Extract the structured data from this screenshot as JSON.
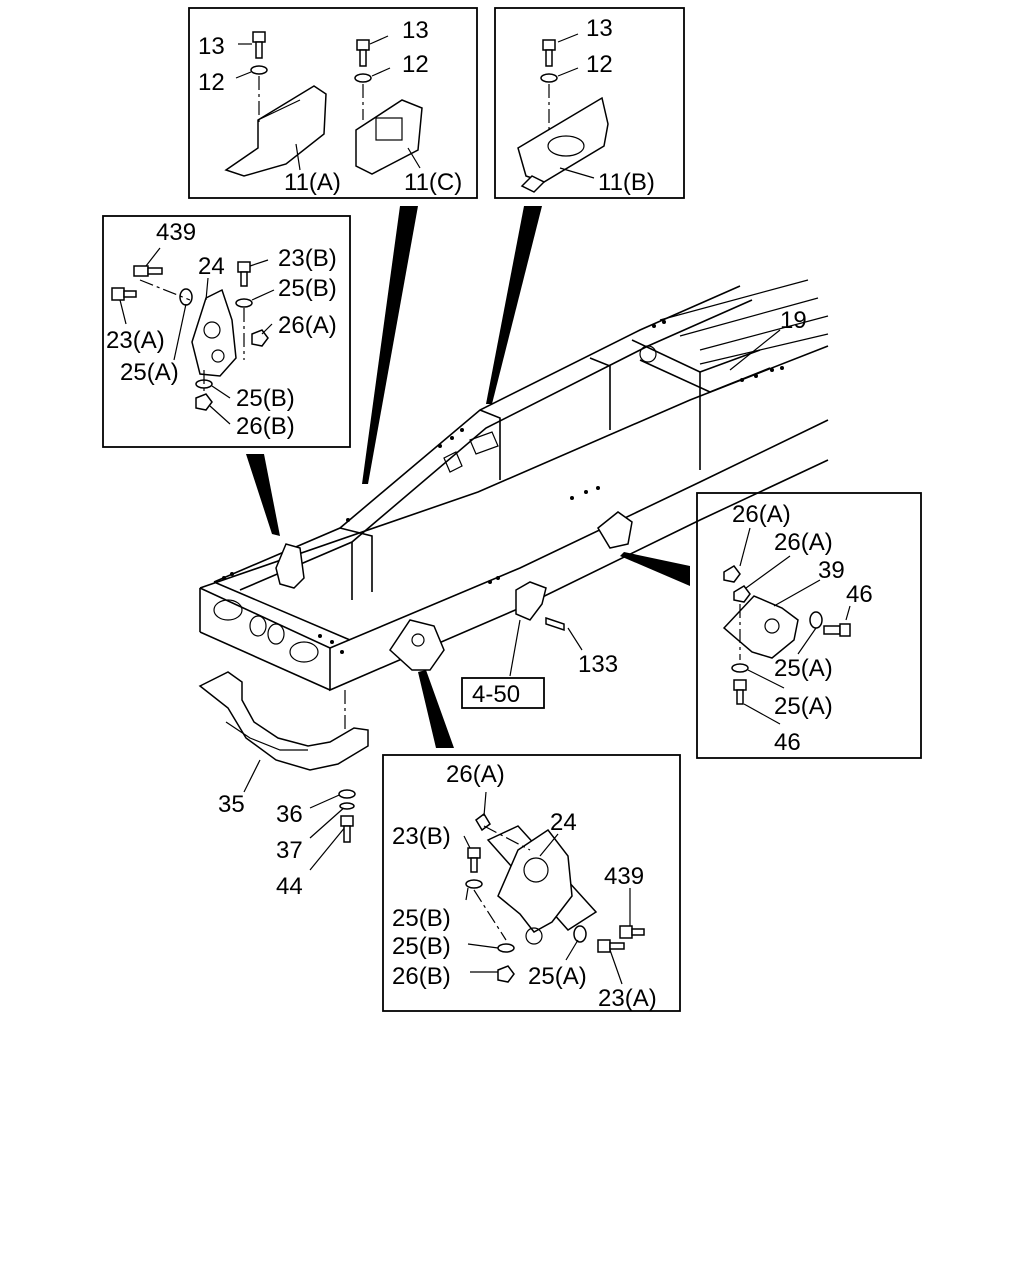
{
  "callouts": {
    "c11a": "11(A)",
    "c11b": "11(B)",
    "c11c": "11(C)",
    "c12": "12",
    "c13": "13",
    "c19": "19",
    "c23a": "23(A)",
    "c23b": "23(B)",
    "c24": "24",
    "c25a": "25(A)",
    "c25b": "25(B)",
    "c26a": "26(A)",
    "c26b": "26(B)",
    "c35": "35",
    "c36": "36",
    "c37": "37",
    "c39": "39",
    "c44": "44",
    "c46": "46",
    "c133": "133",
    "c439": "439",
    "ref": "4-50"
  }
}
